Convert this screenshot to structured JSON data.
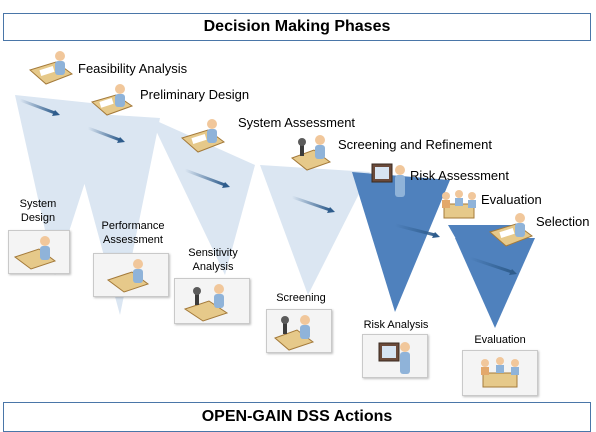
{
  "header": {
    "title": "Decision Making Phases"
  },
  "footer": {
    "title": "OPEN-GAIN DSS Actions"
  },
  "phases": [
    {
      "label": "Feasibility Analysis",
      "icon": "person-at-desk-icon"
    },
    {
      "label": "Preliminary Design",
      "icon": "person-at-desk-icon"
    },
    {
      "label": "System Assessment",
      "icon": "person-at-desk-icon"
    },
    {
      "label": "Screening and Refinement",
      "icon": "person-with-microscope-icon"
    },
    {
      "label": "Risk Assessment",
      "icon": "person-at-monitor-icon"
    },
    {
      "label": "Evaluation",
      "icon": "meeting-table-icon"
    },
    {
      "label": "Selection",
      "icon": "person-at-desk-icon"
    }
  ],
  "actions": [
    {
      "label_line1": "System",
      "label_line2": "Design",
      "icon": "person-at-desk-icon"
    },
    {
      "label_line1": "Performance",
      "label_line2": "Assessment",
      "icon": "person-at-desk-icon"
    },
    {
      "label_line1": "Sensitivity",
      "label_line2": "Analysis",
      "icon": "person-with-microscope-icon"
    },
    {
      "label_line1": "Screening",
      "label_line2": "",
      "icon": "person-with-microscope-icon"
    },
    {
      "label_line1": "Risk Analysis",
      "label_line2": "",
      "icon": "person-at-monitor-icon"
    },
    {
      "label_line1": "Evaluation",
      "label_line2": "",
      "icon": "meeting-table-icon"
    }
  ],
  "colors": {
    "light_funnel": "#dbe6f2",
    "dark_funnel": "#4f81bd",
    "arrow": "#2e5c8c",
    "border": "#4a76a8"
  }
}
